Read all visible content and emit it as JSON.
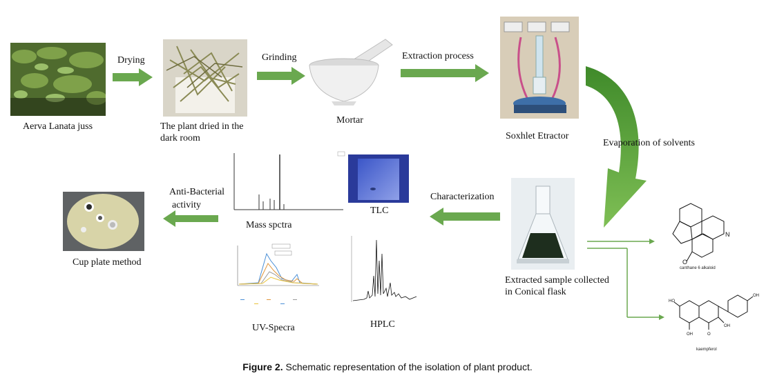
{
  "steps": {
    "plant_label": "Aerva Lanata juss",
    "dried_label": "The plant dried in the dark room",
    "mortar_label": "Mortar",
    "soxhlet_label": "Soxhlet Etractor",
    "extracted_label": "Extracted sample collected in Conical flask",
    "mass_label": "Mass spctra",
    "tlc_label": "TLC",
    "uv_label": "UV-Specra",
    "hplc_label": "HPLC",
    "cup_label": "Cup plate method"
  },
  "arrows": {
    "drying": "Drying",
    "grinding": "Grinding",
    "extraction": "Extraction process",
    "evaporation": "Evaporation of solvents",
    "characterization": "Characterization",
    "antibacterial_line1": "Anti-Bacterial",
    "antibacterial_line2": "activity"
  },
  "compounds": {
    "canthine": "canthane 6 alkaloid",
    "kaempferol": "kaempferol"
  },
  "caption": {
    "label": "Figure 2.",
    "text": "Schematic representation of the isolation of plant product."
  },
  "colors": {
    "arrow_green": "#6aa84f",
    "arrow_light": "#9bcf7a"
  }
}
